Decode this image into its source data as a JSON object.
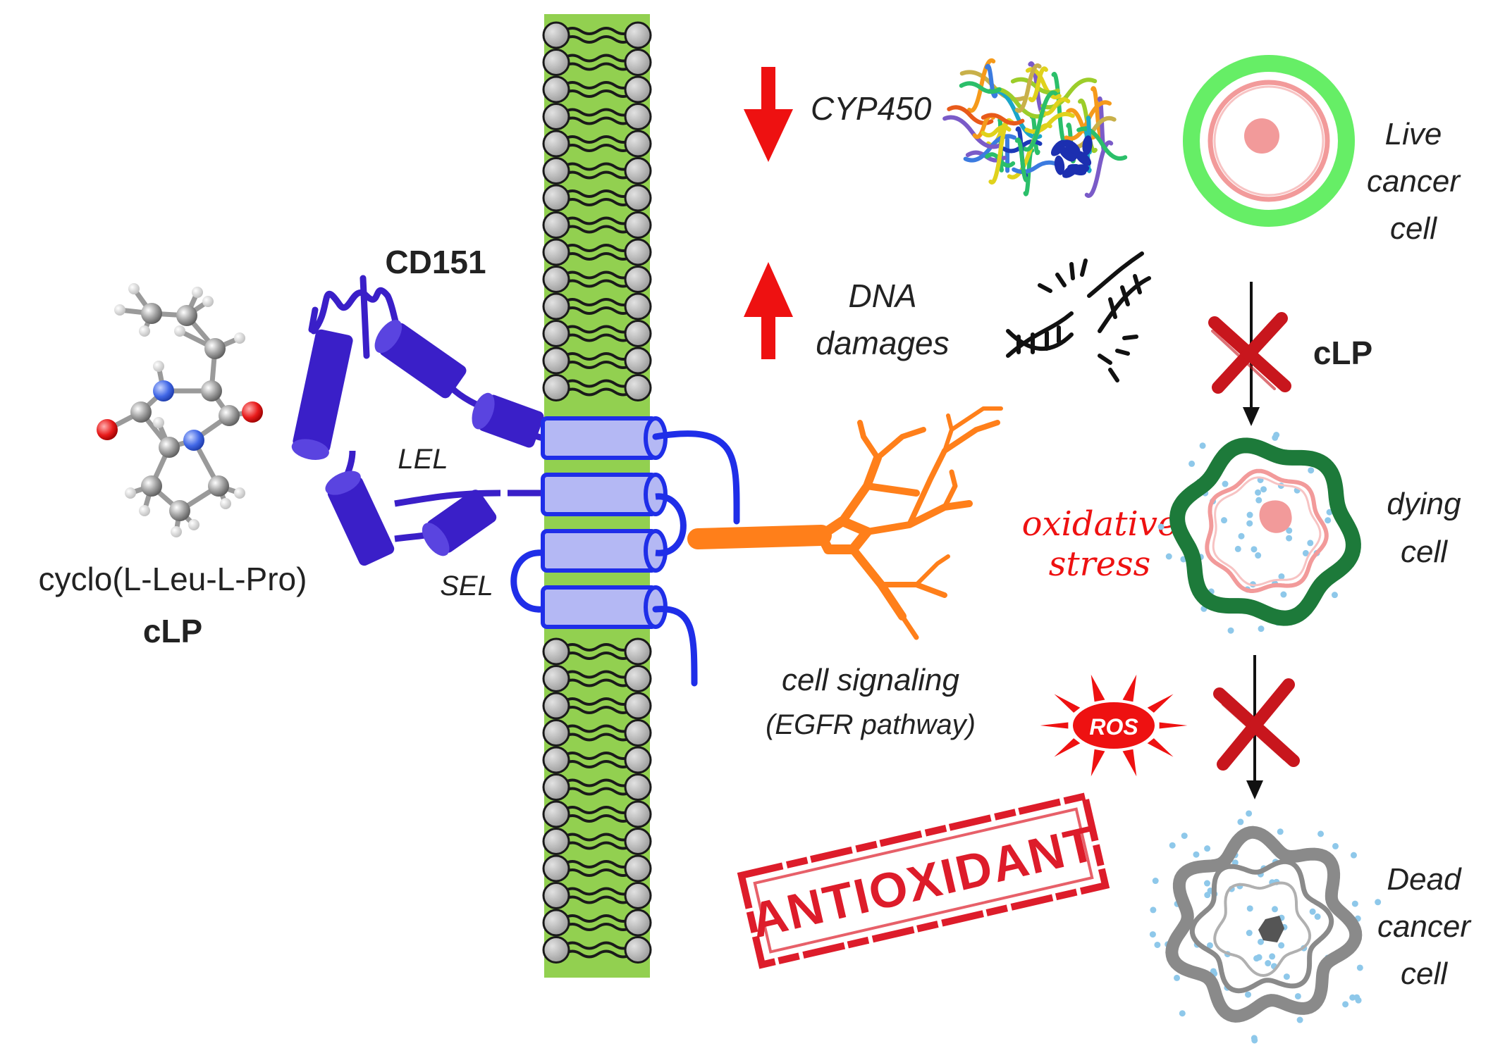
{
  "molecule": {
    "name": "cyclo(L-Leu-L-Pro)",
    "abbr": "cLP"
  },
  "protein": {
    "name": "CD151",
    "loop_large": "LEL",
    "loop_small": "SEL"
  },
  "effects": {
    "cyp": "CYP450",
    "dna_line1": "DNA",
    "dna_line2": "damages",
    "signal_line1": "cell signaling",
    "signal_line2": "(EGFR pathway)",
    "oxidative_line1": "oxidative",
    "oxidative_line2": "stress",
    "ros": "ROS",
    "stamp": "ANTIOXIDANT"
  },
  "cells": {
    "live": [
      "Live",
      "cancer",
      "cell"
    ],
    "dying": [
      "dying",
      "cell"
    ],
    "dead": [
      "Dead",
      "cancer",
      "cell"
    ],
    "block_label": "cLP"
  },
  "colors": {
    "membrane": "#92d050",
    "protein": "#3a1fc8",
    "helix_tm": "#b4b8f4",
    "signal": "#ff7f1a",
    "red": "#ee1111",
    "live_ring": "#66ee66",
    "dying_ring": "#1d7a3a",
    "dead_ring": "#8a8a8a"
  }
}
